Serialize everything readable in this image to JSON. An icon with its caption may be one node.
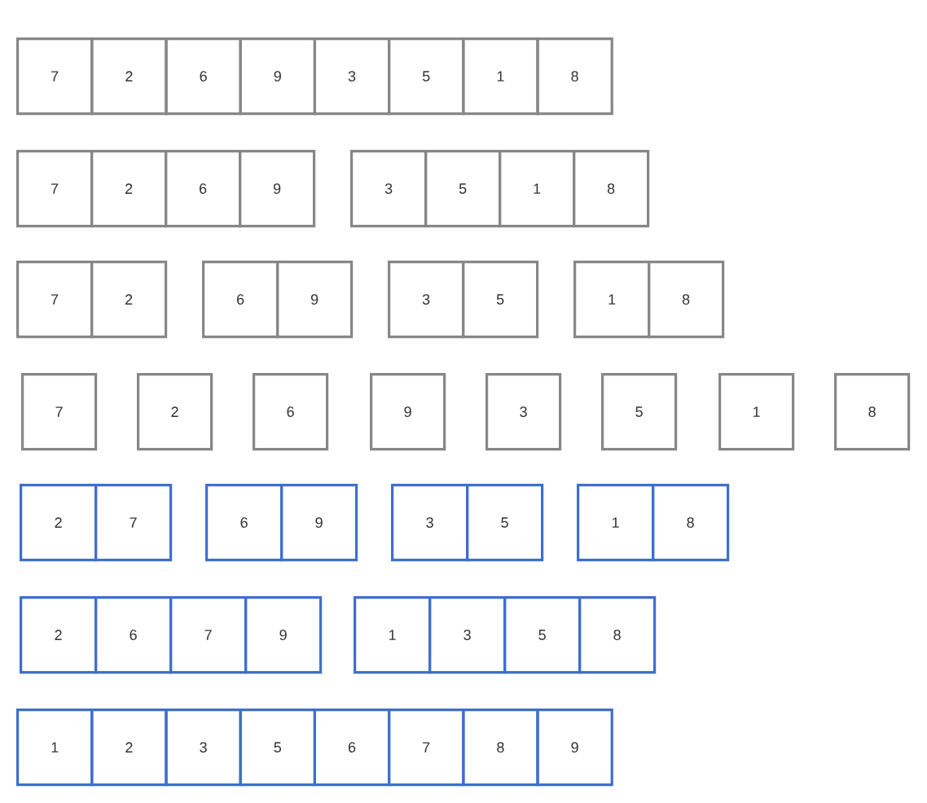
{
  "diagram": {
    "nodes": [
      {
        "text": [
          "7"
        ]
      },
      {
        "text": [
          "2"
        ]
      },
      {
        "text": [
          "6"
        ]
      },
      {
        "text": [
          "9"
        ]
      },
      {
        "text": [
          "3"
        ]
      },
      {
        "text": [
          "5"
        ]
      },
      {
        "text": [
          "1"
        ]
      },
      {
        "text": [
          "8"
        ]
      },
      {
        "text": [
          "7"
        ]
      },
      {
        "text": [
          "2"
        ]
      },
      {
        "text": [
          "6"
        ]
      },
      {
        "text": [
          "9"
        ]
      },
      {
        "text": [
          "3"
        ]
      },
      {
        "text": [
          "5"
        ]
      },
      {
        "text": [
          "1"
        ]
      },
      {
        "text": [
          "8"
        ]
      },
      {
        "text": [
          "7"
        ]
      },
      {
        "text": [
          "2"
        ]
      },
      {
        "text": [
          "6"
        ]
      },
      {
        "text": [
          "9"
        ]
      },
      {
        "text": [
          "3"
        ]
      },
      {
        "text": [
          "5"
        ]
      },
      {
        "text": [
          "1"
        ]
      },
      {
        "text": [
          "8"
        ]
      },
      {
        "text": [
          "7"
        ]
      },
      {
        "text": [
          "2"
        ]
      },
      {
        "text": [
          "6"
        ]
      },
      {
        "text": [
          "9"
        ]
      },
      {
        "text": [
          "3"
        ]
      },
      {
        "text": [
          "5"
        ]
      },
      {
        "text": [
          "1"
        ]
      },
      {
        "text": [
          "8"
        ]
      },
      {
        "text": [
          "2"
        ]
      },
      {
        "text": [
          "7"
        ]
      },
      {
        "text": [
          "6"
        ]
      },
      {
        "text": [
          "9"
        ]
      },
      {
        "text": [
          "3"
        ]
      },
      {
        "text": [
          "5"
        ]
      },
      {
        "text": [
          "1"
        ]
      },
      {
        "text": [
          "8"
        ]
      },
      {
        "text": [
          "2"
        ]
      },
      {
        "text": [
          "6"
        ]
      },
      {
        "text": [
          "7"
        ]
      },
      {
        "text": [
          "9"
        ]
      },
      {
        "text": [
          "1"
        ]
      },
      {
        "text": [
          "3"
        ]
      },
      {
        "text": [
          "5"
        ]
      },
      {
        "text": [
          "8"
        ]
      },
      {
        "text": [
          "1"
        ]
      },
      {
        "text": [
          "2"
        ]
      },
      {
        "text": [
          "3"
        ]
      },
      {
        "text": [
          "5"
        ]
      },
      {
        "text": [
          "6"
        ]
      },
      {
        "text": [
          "7"
        ]
      },
      {
        "text": [
          "8"
        ]
      },
      {
        "text": [
          "9"
        ]
      }
    ]
  }
}
